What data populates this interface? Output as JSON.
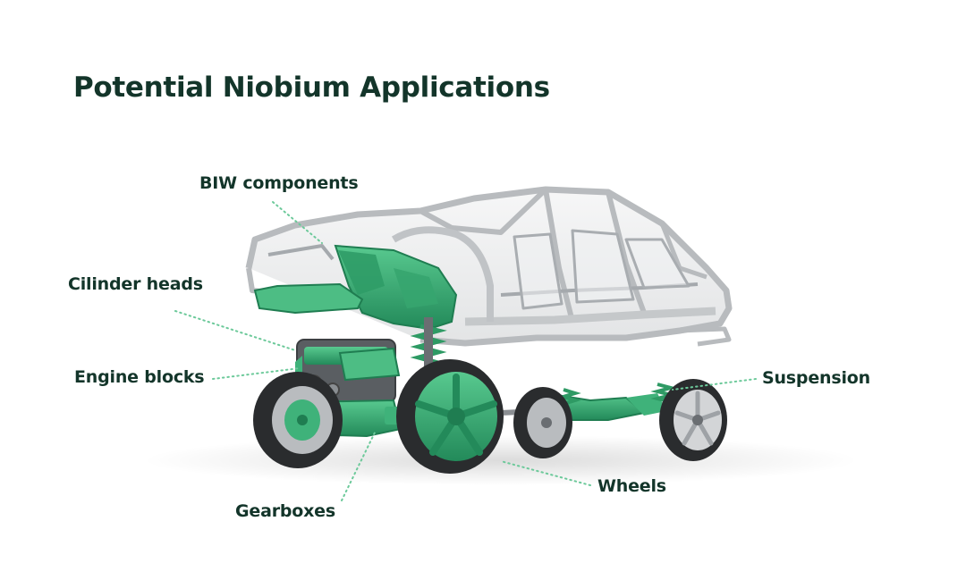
{
  "title": "Potential Niobium Applications",
  "labels": {
    "biw": "BIW components",
    "cylinder_heads": "Cilinder heads",
    "engine_blocks": "Engine blocks",
    "suspension": "Suspension",
    "wheels": "Wheels",
    "gearboxes": "Gearboxes"
  },
  "colors": {
    "title_text": "#13352a",
    "highlight_green": "#3fb27a",
    "green_dark": "#238a5a",
    "frame_silver": "#c9cbcd",
    "frame_shadow": "#9ea2a6",
    "tire": "#2a2c2e",
    "leader_dot": "#6cc99a"
  }
}
